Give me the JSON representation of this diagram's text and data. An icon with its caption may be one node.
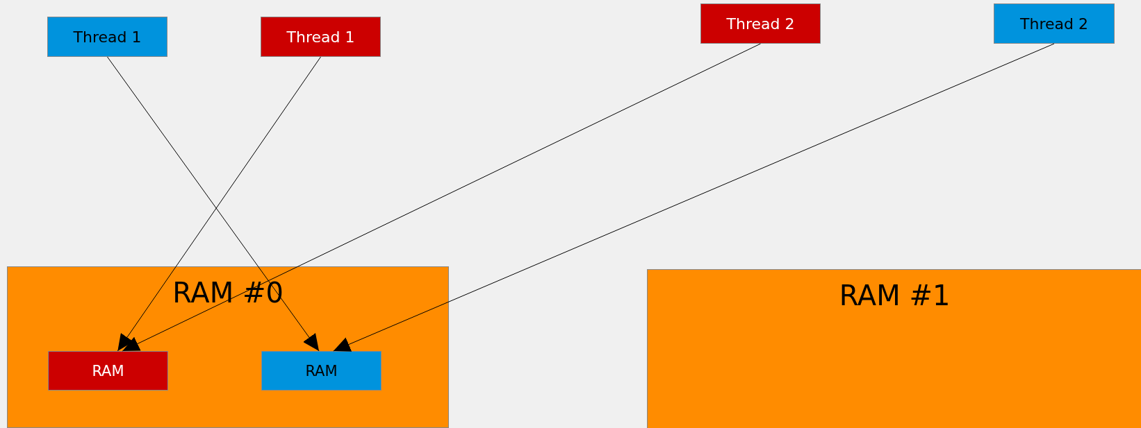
{
  "diagram": {
    "nodes": [
      {
        "text": [
          "Thread 1"
        ]
      },
      {
        "text": [
          "Thread 1"
        ]
      },
      {
        "text": [
          "Thread 2"
        ]
      },
      {
        "text": [
          "Thread 2"
        ]
      },
      {
        "text": [
          "RAM #0"
        ]
      },
      {
        "text": [
          "RAM"
        ],
        "in": 4
      },
      {
        "text": [
          "RAM"
        ],
        "in": 4
      },
      {
        "text": [
          "RAM #1"
        ]
      }
    ],
    "edges": [
      {
        "from": 0,
        "to": 6,
        "arrow": "to"
      },
      {
        "from": 1,
        "to": 5,
        "arrow": "to"
      },
      {
        "from": 2,
        "to": 5,
        "arrow": "to"
      },
      {
        "from": 3,
        "to": 6,
        "arrow": "to"
      }
    ]
  }
}
